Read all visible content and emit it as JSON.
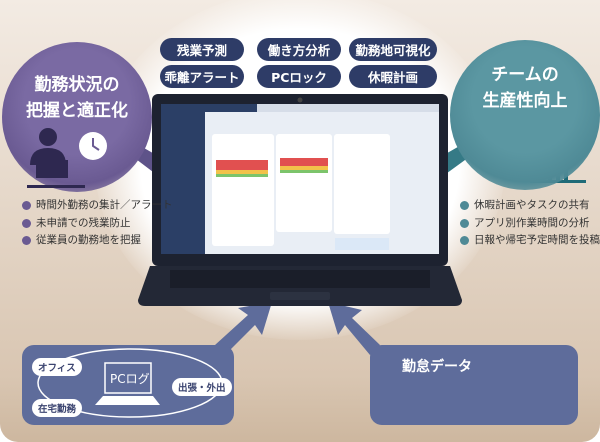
{
  "tags": [
    "残業予測",
    "働き方分析",
    "勤務地可視化",
    "乖離アラート",
    "PCロック",
    "休暇計画"
  ],
  "left": {
    "title1": "勤務状況の",
    "title2": "把握と適正化",
    "bullets": [
      "時間外勤務の集計／アラート",
      "未申請での残業防止",
      "従業員の勤務地を把握"
    ]
  },
  "right": {
    "title1": "チームの",
    "title2": "生産性向上",
    "bullets": [
      "休暇計画やタスクの共有",
      "アプリ別作業時間の分析",
      "日報や帰宅予定時間を投稿"
    ]
  },
  "bottom_left": {
    "center": "PCログ",
    "office": "オフィス",
    "home": "在宅勤務",
    "trip": "出張・外出"
  },
  "bottom_right": {
    "title": "勤怠データ"
  },
  "colors": {
    "purple": "#6a5a92",
    "teal": "#4f8a96",
    "navy": "#2e3c67",
    "box": "#5e6c9b"
  }
}
